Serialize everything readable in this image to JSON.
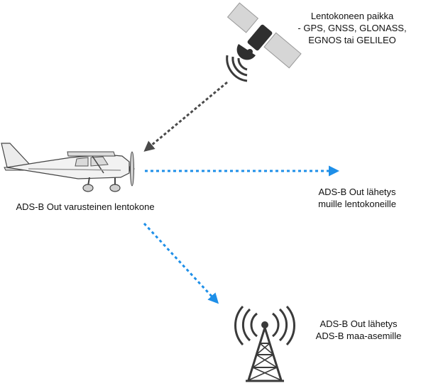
{
  "satellite": {
    "label_lines": [
      "Lentokoneen paikka",
      "- GPS, GNSS, GLONASS,",
      "EGNOS tai GELILEO"
    ]
  },
  "aircraft": {
    "label": "ADS-B Out varusteinen lentokone"
  },
  "air_broadcast": {
    "label_lines": [
      "ADS-B Out lähetys",
      "muille lentokoneille"
    ]
  },
  "ground_broadcast": {
    "label_lines": [
      "ADS-B Out lähetys",
      "ADS-B maa-asemille"
    ]
  },
  "colors": {
    "gps_arrow": "#4a4a4a",
    "broadcast_arrow": "#1e8fe8",
    "icon_dark": "#3a3a3a",
    "icon_light": "#d6d6d6"
  }
}
